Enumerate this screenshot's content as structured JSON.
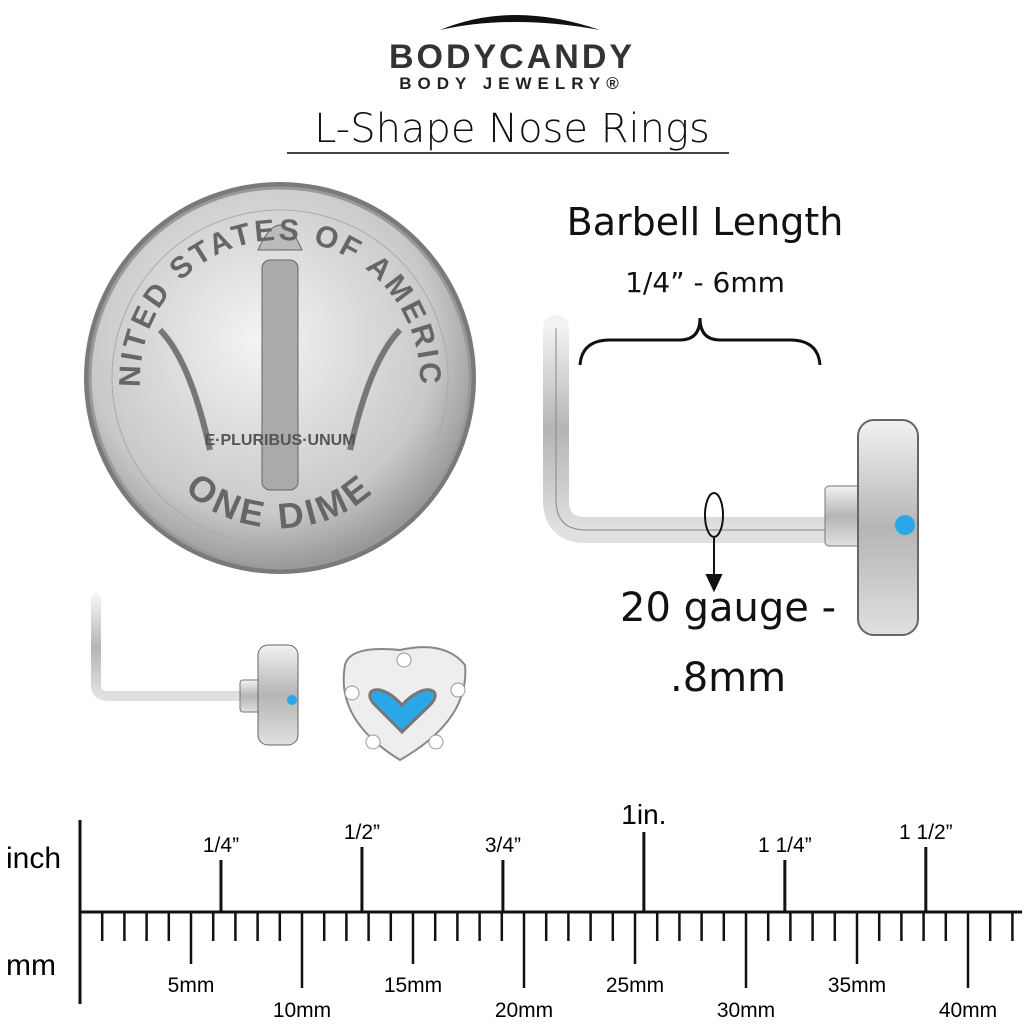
{
  "brand": {
    "name": "BODYCANDY",
    "subtitle": "BODY JEWELRY®"
  },
  "title": "L-Shape Nose Rings",
  "barbell": {
    "label": "Barbell Length",
    "value": "1/4” - 6mm"
  },
  "gauge": {
    "line1": "20 gauge -",
    "line2": ".8mm"
  },
  "coin": {
    "top_text": "UNITED STATES OF AMERICA",
    "motto": "E·PLURIBUS·UNUM",
    "bottom_text": "ONE DIME"
  },
  "ruler": {
    "inch_label": "inch",
    "mm_label": "mm",
    "inch_ticks": [
      {
        "inches": 0.25,
        "label": "1/4”"
      },
      {
        "inches": 0.5,
        "label": "1/2”"
      },
      {
        "inches": 0.75,
        "label": "3/4”"
      },
      {
        "inches": 1.0,
        "label": "1in."
      },
      {
        "inches": 1.25,
        "label": "1 1/4”"
      },
      {
        "inches": 1.5,
        "label": "1 1/2”"
      }
    ],
    "mm_labels": [
      {
        "mm": 5,
        "label": "5mm"
      },
      {
        "mm": 10,
        "label": "10mm"
      },
      {
        "mm": 15,
        "label": "15mm"
      },
      {
        "mm": 20,
        "label": "20mm"
      },
      {
        "mm": 25,
        "label": "25mm"
      },
      {
        "mm": 30,
        "label": "30mm"
      },
      {
        "mm": 35,
        "label": "35mm"
      },
      {
        "mm": 40,
        "label": "40mm"
      }
    ],
    "max_mm": 42
  },
  "colors": {
    "gem": "#2aa7e8",
    "silver": "#c8c8c8"
  }
}
